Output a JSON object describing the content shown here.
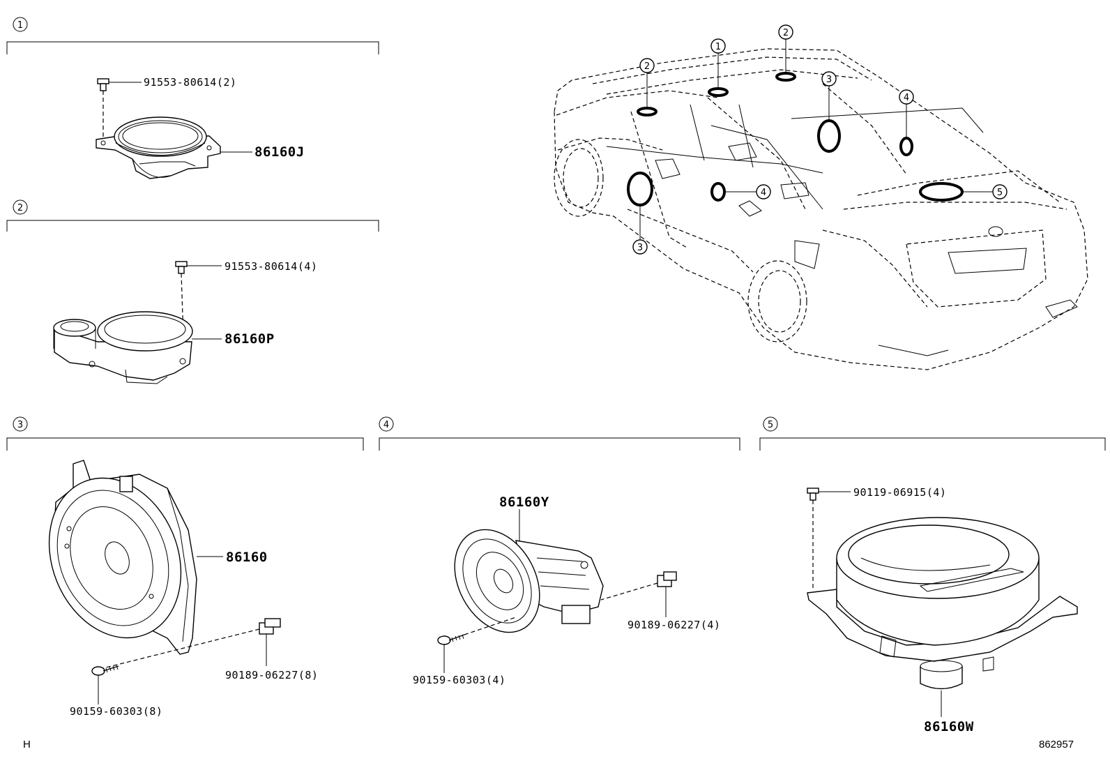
{
  "sections": [
    {
      "num": "1",
      "parts": [
        {
          "pn": "91553-80614(2)"
        },
        {
          "pn": "86160J"
        }
      ]
    },
    {
      "num": "2",
      "parts": [
        {
          "pn": "91553-80614(4)"
        },
        {
          "pn": "86160P"
        }
      ]
    },
    {
      "num": "3",
      "parts": [
        {
          "pn": "86160"
        },
        {
          "pn": "90189-06227(8)"
        },
        {
          "pn": "90159-60303(8)"
        }
      ]
    },
    {
      "num": "4",
      "parts": [
        {
          "pn": "86160Y"
        },
        {
          "pn": "90189-06227(4)"
        },
        {
          "pn": "90159-60303(4)"
        }
      ]
    },
    {
      "num": "5",
      "parts": [
        {
          "pn": "90119-06915(4)"
        },
        {
          "pn": "86160W"
        }
      ]
    }
  ],
  "car": {
    "callouts": [
      "2",
      "1",
      "2",
      "3",
      "4",
      "3",
      "4",
      "5"
    ]
  },
  "footer": {
    "left_mark": "H",
    "diagram_code": "862957"
  }
}
